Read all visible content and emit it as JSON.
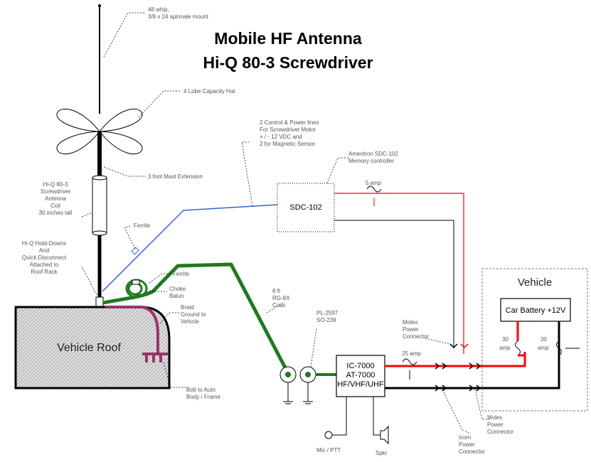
{
  "title": {
    "line1": "Mobile HF Antenna",
    "line2": "Hi-Q 80-3 Screwdriver"
  },
  "roof": {
    "label": "Vehicle Roof"
  },
  "vehicle": {
    "label": "Vehicle",
    "battery": "Car Battery +12V",
    "fuse_left": "30 amp",
    "fuse_right": "30 amp"
  },
  "controller": {
    "label": "SDC-102"
  },
  "radio": {
    "line1": "IC-7000",
    "line2": "AT-7000",
    "line3": "HF/VHF/UHF"
  },
  "labels": {
    "whip1": "48 whip,",
    "whip2": "3/8 x 24 spinnale mount",
    "hat": "4 Lobe Capacity Hat",
    "mast": "3 foot Mast Extension",
    "coil1": "Hi-Q 80-3",
    "coil2": "Screwdriver",
    "coil3": "Antenna",
    "coil4": "Coil",
    "coil5": "30 inches tall",
    "mount1": "Hi-Q Hold-Downs",
    "mount2": "And",
    "mount3": "Quick Disconnect",
    "mount4": "Attached to",
    "mount5": "Roof Rack",
    "ferrite_blue": "Ferrite",
    "ferrite_green": "Ferrite",
    "choke1": "Choke",
    "choke2": "Balun",
    "braid1": "Braid",
    "braid2": "Ground to",
    "braid3": "Vehicle",
    "bolt1": "Bolt to Auto",
    "bolt2": "Body / Frame",
    "cable1": "2 Control & Power lines",
    "cable2": "For Screwdriver Motor",
    "cable3": "+ / - 12 VDC and",
    "cable4": "2 for Magnetic Sensor",
    "ameritron1": "Ameritron SDC-102",
    "ameritron2": "Memory controller",
    "fuse5": "5 amp",
    "coax1": "8 ft",
    "coax2": "RG-8X",
    "coax3": "Coax",
    "pl1": "PL-2597",
    "pl2": "SO-239",
    "molex1a": "Molex",
    "molex1b": "Power",
    "molex1c": "Connector",
    "fuse25": "25 amp",
    "molex2a": "Molex",
    "molex2b": "Power",
    "molex2c": "Connector",
    "icom1": "Icom",
    "icom2": "Power",
    "icom3": "Connector",
    "mic": "Mic / PTT",
    "spkr": "Spkr"
  },
  "colors": {
    "coax": "#1e7a1e",
    "control": "#3366cc",
    "positive": "#ff0000",
    "negative": "#000000",
    "braid": "#993366",
    "roof_fill": "#d4d4d4"
  }
}
